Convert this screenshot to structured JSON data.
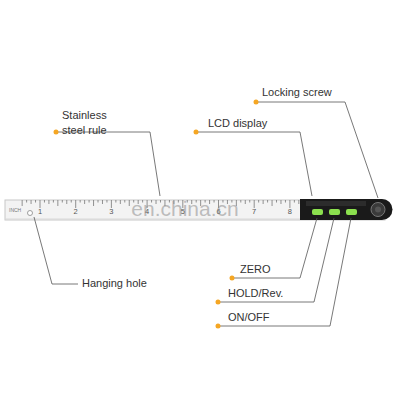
{
  "diagram": {
    "labels": [
      "Stainless steel rule",
      "LCD display",
      "Locking screw",
      "Hanging hole",
      "ZERO",
      "HOLD/Rev.",
      "ON/OFF",
      "INCH",
      "1",
      "2",
      "3",
      "4",
      "5",
      "6",
      "7",
      "8",
      "en.china.cn"
    ]
  }
}
